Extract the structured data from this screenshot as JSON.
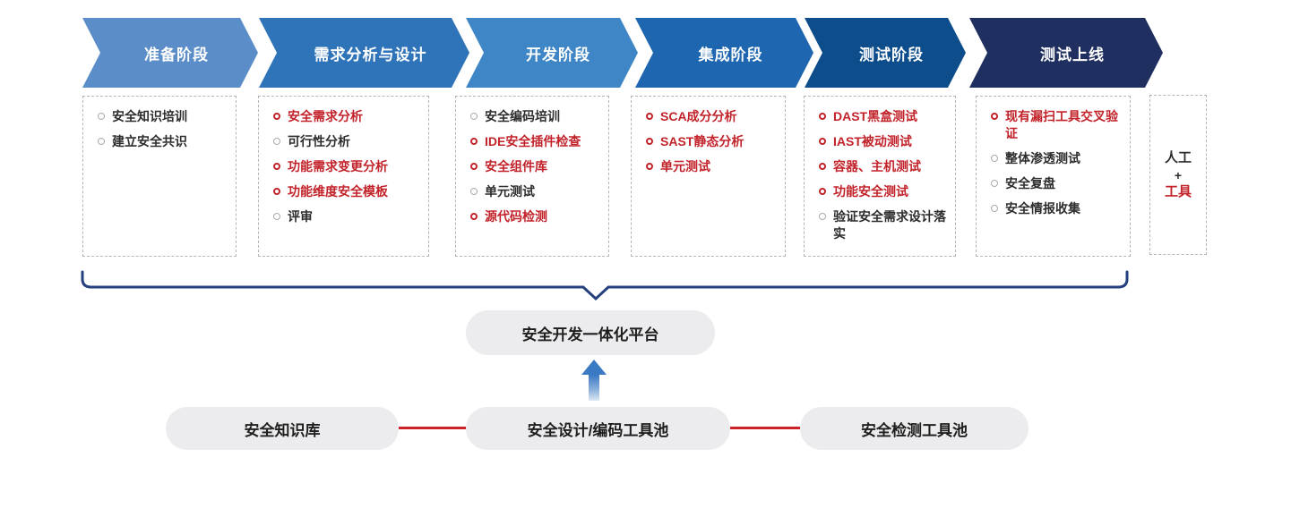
{
  "phases": [
    {
      "label": "准备阶段",
      "color": "#5b8ec8",
      "items": [
        {
          "text": "安全知识培训",
          "type": "gray"
        },
        {
          "text": "建立安全共识",
          "type": "gray"
        }
      ]
    },
    {
      "label": "需求分析与设计",
      "color": "#2f74b9",
      "items": [
        {
          "text": "安全需求分析",
          "type": "red"
        },
        {
          "text": "可行性分析",
          "type": "gray"
        },
        {
          "text": "功能需求变更分析",
          "type": "red"
        },
        {
          "text": "功能维度安全模板",
          "type": "red"
        },
        {
          "text": "评审",
          "type": "gray"
        }
      ]
    },
    {
      "label": "开发阶段",
      "color": "#3f86c6",
      "items": [
        {
          "text": "安全编码培训",
          "type": "gray"
        },
        {
          "text": "IDE安全插件检查",
          "type": "red"
        },
        {
          "text": "安全组件库",
          "type": "red"
        },
        {
          "text": "单元测试",
          "type": "gray"
        },
        {
          "text": "源代码检测",
          "type": "red"
        }
      ]
    },
    {
      "label": "集成阶段",
      "color": "#1e67b0",
      "items": [
        {
          "text": "SCA成分分析",
          "type": "red"
        },
        {
          "text": "SAST静态分析",
          "type": "red"
        },
        {
          "text": "单元测试",
          "type": "red"
        }
      ]
    },
    {
      "label": "测试阶段",
      "color": "#0d4d8c",
      "items": [
        {
          "text": "DAST黑盒测试",
          "type": "red"
        },
        {
          "text": "IAST被动测试",
          "type": "red"
        },
        {
          "text": "容器、主机测试",
          "type": "red"
        },
        {
          "text": "功能安全测试",
          "type": "red"
        },
        {
          "text": "验证安全需求设计落实",
          "type": "gray"
        }
      ]
    },
    {
      "label": "测试上线",
      "color": "#1f2f5f",
      "items": [
        {
          "text": "现有漏扫工具交叉验证",
          "type": "red"
        },
        {
          "text": "整体渗透测试",
          "type": "gray"
        },
        {
          "text": "安全复盘",
          "type": "gray"
        },
        {
          "text": "安全情报收集",
          "type": "gray"
        }
      ]
    }
  ],
  "side_box": {
    "line1": "人工",
    "line2": "+",
    "line3": "工具"
  },
  "platform": {
    "label": "安全开发一体化平台"
  },
  "pools": [
    {
      "label": "安全知识库"
    },
    {
      "label": "安全设计/编码工具池"
    },
    {
      "label": "安全检测工具池"
    }
  ],
  "colors": {
    "brace": "#24407e",
    "arrow_blue": "#3a79c4",
    "connector_red": "#cb2129",
    "item_red": "#c2232a",
    "pill_gray": "#ececee"
  }
}
